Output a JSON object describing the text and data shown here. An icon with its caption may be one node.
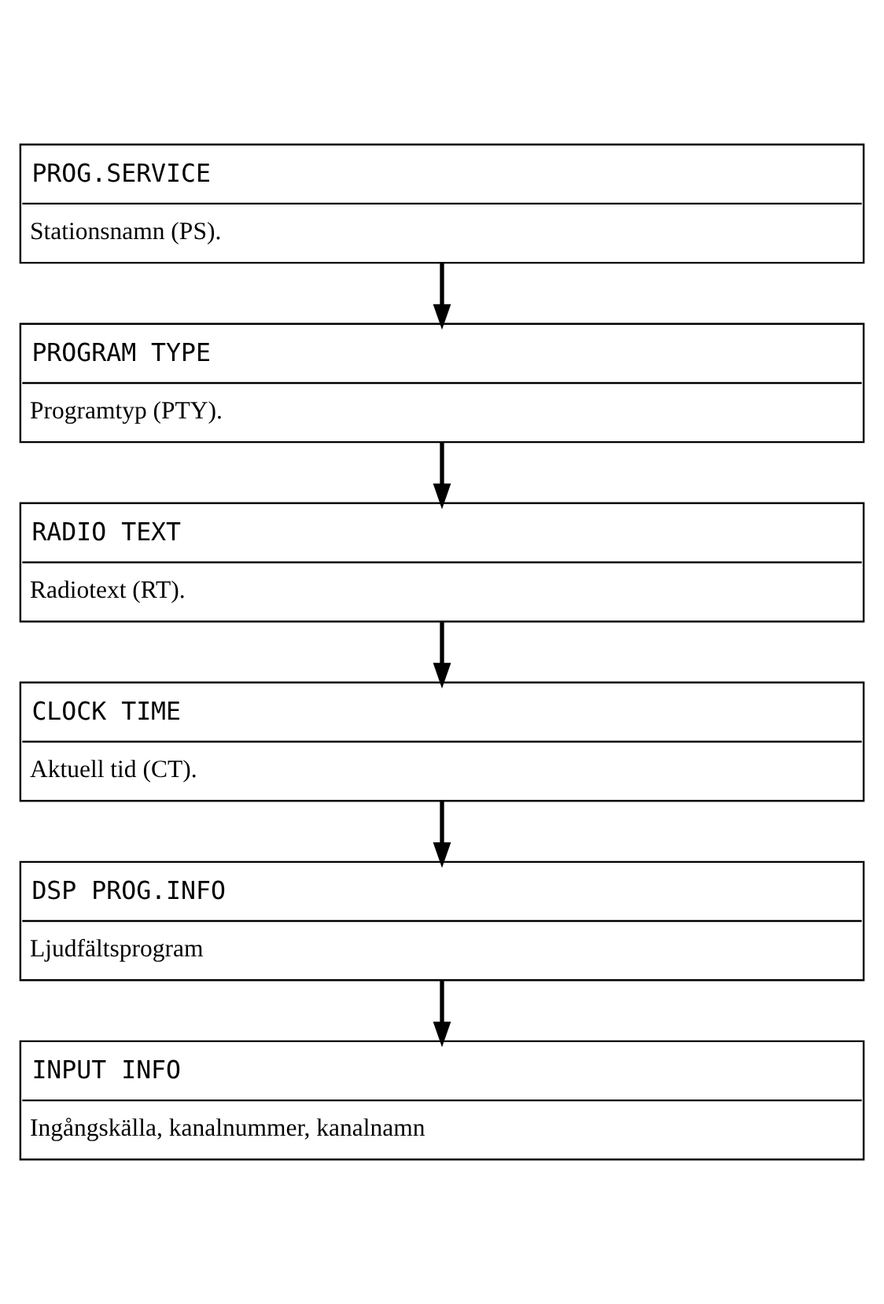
{
  "diagram": {
    "nodes": [
      {
        "text": [
          "PROG.SERVICE",
          "Stationsnamn (PS)."
        ]
      },
      {
        "text": [
          "PROGRAM TYPE",
          "Programtyp (PTY)."
        ]
      },
      {
        "text": [
          "RADIO TEXT",
          "Radiotext (RT)."
        ]
      },
      {
        "text": [
          "CLOCK TIME",
          "Aktuell tid (CT)."
        ]
      },
      {
        "text": [
          "DSP PROG.INFO",
          "Ljudfältsprogram"
        ]
      },
      {
        "text": [
          "INPUT INFO",
          "Ingångskälla, kanalnummer, kanalnamn"
        ]
      }
    ],
    "edges": [
      {
        "from": 0,
        "to": 1,
        "arrow": "to"
      },
      {
        "from": 1,
        "to": 2,
        "arrow": "to"
      },
      {
        "from": 2,
        "to": 3,
        "arrow": "to"
      },
      {
        "from": 3,
        "to": 4,
        "arrow": "to"
      },
      {
        "from": 4,
        "to": 5,
        "arrow": "to"
      }
    ]
  }
}
